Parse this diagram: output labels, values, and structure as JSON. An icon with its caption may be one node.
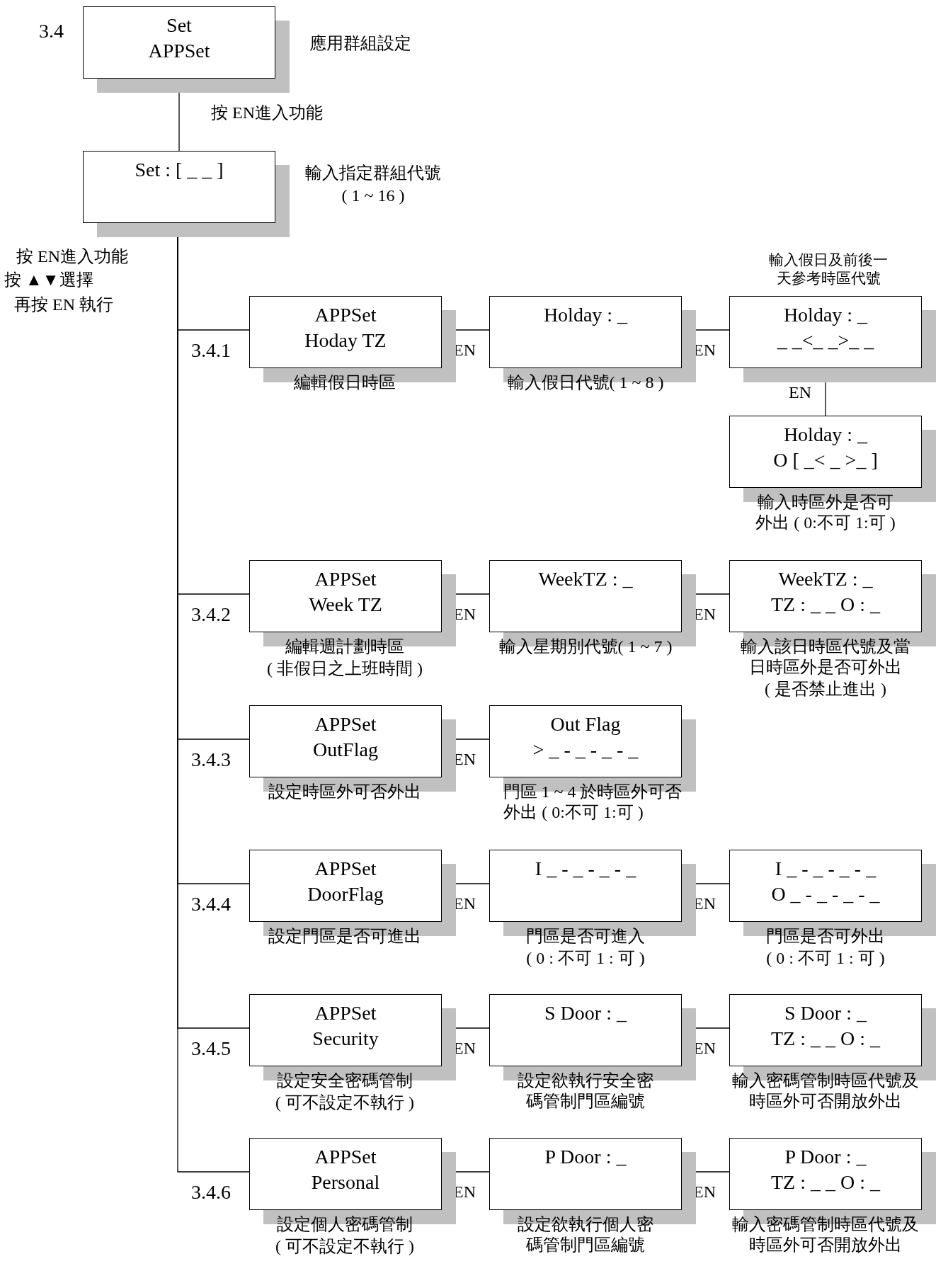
{
  "diagram": {
    "nodes": [
      {
        "text": [
          "Set",
          "APPSet"
        ],
        "beside": [
          "3.4",
          "應用群組設定"
        ]
      },
      {
        "text": [
          "Set : [ _ _ ]"
        ],
        "beside": [
          "輸入指定群組代號",
          "( 1 ~ 16 )"
        ]
      },
      {
        "text": [
          "APPSet",
          "Hoday TZ"
        ],
        "beside": [
          "3.4.1",
          "編輯假日時區"
        ]
      },
      {
        "text": [
          "Holday : _"
        ],
        "beside": [
          "輸入假日代號( 1 ~ 8 )"
        ]
      },
      {
        "text": [
          "Holday : _",
          "_ _<_ _>_ _"
        ],
        "beside": [
          "輸入假日及前後一天參考時區代號"
        ]
      },
      {
        "text": [
          "Holday : _",
          "O [ _< _ >_ ]"
        ],
        "beside": [
          "輸入時區外是否可外出 ( 0:不可 1:可 )"
        ]
      },
      {
        "text": [
          "APPSet",
          "Week TZ"
        ],
        "beside": [
          "3.4.2",
          "編輯週計劃時區",
          "( 非假日之上班時間 )"
        ]
      },
      {
        "text": [
          "WeekTZ : _"
        ],
        "beside": [
          "輸入星期別代號( 1 ~ 7 )"
        ]
      },
      {
        "text": [
          "WeekTZ : _",
          "TZ : _ _ O : _"
        ],
        "beside": [
          "輸入該日時區代號及當日時區外是否可外出",
          "( 是否禁止進出 )"
        ]
      },
      {
        "text": [
          "APPSet",
          "OutFlag"
        ],
        "beside": [
          "3.4.3",
          "設定時區外可否外出"
        ]
      },
      {
        "text": [
          "Out Flag",
          "> _ - _ - _ - _"
        ],
        "beside": [
          "門區 1 ~ 4 於時區外可否外出 ( 0:不可 1:可 )"
        ]
      },
      {
        "text": [
          "APPSet",
          "DoorFlag"
        ],
        "beside": [
          "3.4.4",
          "設定門區是否可進出"
        ]
      },
      {
        "text": [
          "I _ - _ - _ - _"
        ],
        "beside": [
          "門區是否可進入",
          "( 0 : 不可 1 : 可 )"
        ]
      },
      {
        "text": [
          "I _ - _ - _ - _",
          "O _ - _ - _ - _"
        ],
        "beside": [
          "門區是否可外出",
          "( 0 : 不可 1 : 可 )"
        ]
      },
      {
        "text": [
          "APPSet",
          "Security"
        ],
        "beside": [
          "3.4.5",
          "設定安全密碼管制",
          "( 可不設定不執行 )"
        ]
      },
      {
        "text": [
          "S Door : _"
        ],
        "beside": [
          "設定欲執行安全密碼管制門區編號"
        ]
      },
      {
        "text": [
          "S Door : _",
          "TZ : _ _ O : _"
        ],
        "beside": [
          "輸入密碼管制時區代號及時區外可否開放外出"
        ]
      },
      {
        "text": [
          "APPSet",
          "Personal"
        ],
        "beside": [
          "3.4.6",
          "設定個人密碼管制",
          "( 可不設定不執行 )"
        ]
      },
      {
        "text": [
          "P Door : _"
        ],
        "beside": [
          "設定欲執行個人密碼管制門區編號"
        ]
      },
      {
        "text": [
          "P Door : _",
          "TZ : _ _ O : _"
        ],
        "beside": [
          "輸入密碼管制時區代號及時區外可否開放外出"
        ]
      }
    ],
    "edges": [
      {
        "from": 0,
        "to": 1,
        "arrow": "none",
        "label": "按 EN進入功能"
      },
      {
        "from": 1,
        "to": 2,
        "arrow": "none"
      },
      {
        "from": 1,
        "to": 6,
        "arrow": "none"
      },
      {
        "from": 1,
        "to": 9,
        "arrow": "none"
      },
      {
        "from": 1,
        "to": 11,
        "arrow": "none"
      },
      {
        "from": 1,
        "to": 14,
        "arrow": "none"
      },
      {
        "from": 1,
        "to": 17,
        "arrow": "none"
      },
      {
        "from": 2,
        "to": 3,
        "arrow": "none",
        "label": "EN"
      },
      {
        "from": 3,
        "to": 4,
        "arrow": "none",
        "label": "EN"
      },
      {
        "from": 4,
        "to": 5,
        "arrow": "none",
        "label": "EN"
      },
      {
        "from": 6,
        "to": 7,
        "arrow": "none",
        "label": "EN"
      },
      {
        "from": 7,
        "to": 8,
        "arrow": "none",
        "label": "EN"
      },
      {
        "from": 9,
        "to": 10,
        "arrow": "none",
        "label": "EN"
      },
      {
        "from": 11,
        "to": 12,
        "arrow": "none",
        "label": "EN"
      },
      {
        "from": 12,
        "to": 13,
        "arrow": "none",
        "label": "EN"
      },
      {
        "from": 14,
        "to": 15,
        "arrow": "none",
        "label": "EN"
      },
      {
        "from": 15,
        "to": 16,
        "arrow": "none",
        "label": "EN"
      },
      {
        "from": 17,
        "to": 18,
        "arrow": "none",
        "label": "EN"
      },
      {
        "from": 18,
        "to": 19,
        "arrow": "none",
        "label": "EN"
      }
    ],
    "labels": [
      "按 EN進入功能",
      "按 ▲▼選擇",
      "再按 EN 執行"
    ]
  }
}
